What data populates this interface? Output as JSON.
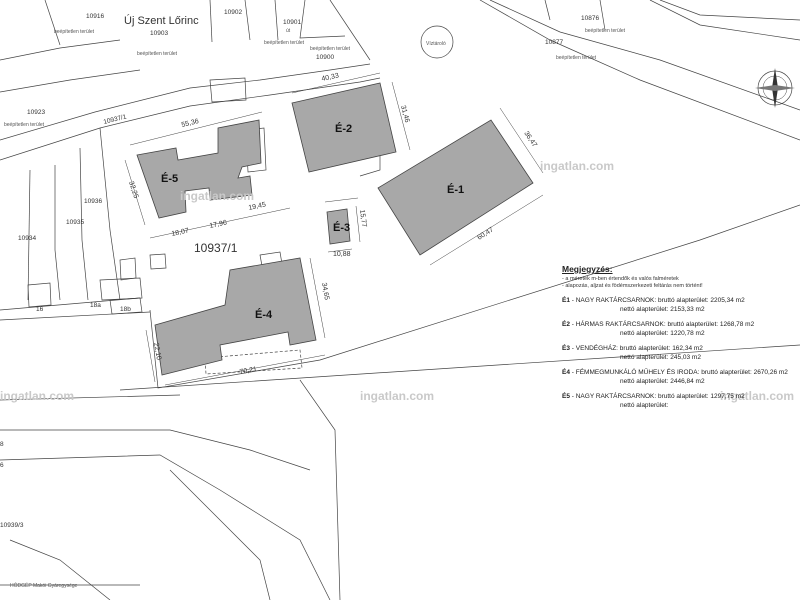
{
  "map": {
    "place_name": "Új Szent Lőrinc",
    "parcel_main": "10937/1",
    "parcels": [
      "10916",
      "10903",
      "10902",
      "10901",
      "10900",
      "10923",
      "10937/1",
      "10936",
      "10935",
      "10934",
      "10876",
      "10877",
      "10939/3",
      "16",
      "18a",
      "18b",
      "6",
      "8"
    ],
    "notes": {
      "beepitetlen": "beépítetlen terület",
      "viztarolo": "Víztároló",
      "ut": "út",
      "hodgep": "HÓDGÉP Makói Gyáregysége"
    },
    "buildings": [
      "É-1",
      "É-2",
      "É-3",
      "É-4",
      "É-5"
    ],
    "dimensions": [
      "40,33",
      "31,46",
      "36,47",
      "60,47",
      "55,36",
      "32,25",
      "18,07",
      "17,96",
      "19,45",
      "15,77",
      "10,88",
      "34,65",
      "22,10",
      "70,21"
    ],
    "watermark": "ingatlan.com"
  },
  "legend": {
    "title": "Megjegyzés:",
    "notes": [
      "- a méretek m-ben értendők és valós falméretek",
      "- alapozás, aljzat és födémszerkezeti feltárás nem történt!"
    ],
    "entries": [
      {
        "code": "É1",
        "desc": " - NAGY RAKTÁRCSARNOK: ",
        "brutto": "bruttó alapterület: 2205,34 m2",
        "netto": "nettó alapterület: 2153,33 m2"
      },
      {
        "code": "É2",
        "desc": " - HÁRMAS RAKTÁRCSARNOK: ",
        "brutto": "bruttó alapterület: 1268,78 m2",
        "netto": "nettó alapterület: 1220,78 m2"
      },
      {
        "code": "É3",
        "desc": " - VENDÉGHÁZ: ",
        "brutto": "bruttó alapterület: 162,34 m2",
        "netto": "nettó alapterület: 245,03 m2"
      },
      {
        "code": "É4",
        "desc": " - FÉMMEGMUNKÁLÓ MŰHELY ÉS IRODA: ",
        "brutto": "bruttó alapterület: 2670,26 m2",
        "netto": "nettó alapterület: 2446,84 m2"
      },
      {
        "code": "É5",
        "desc": " - NAGY RAKTÁRCSARNOK: ",
        "brutto": "bruttó alapterület: 1297,75 m2",
        "netto": "nettó alapterület:"
      }
    ]
  }
}
